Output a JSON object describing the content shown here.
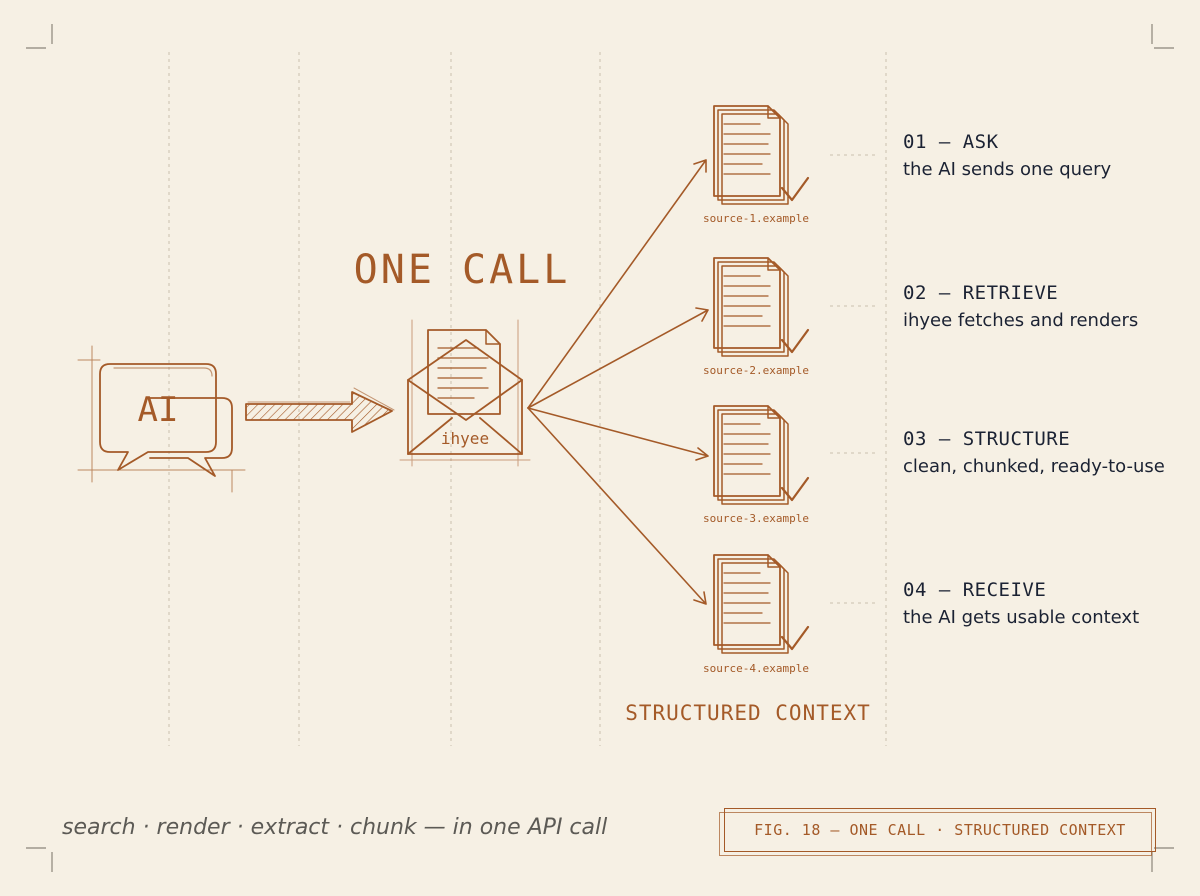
{
  "diagram": {
    "headline": "ONE CALL",
    "ai_label": "AI",
    "service_label": "ihyee",
    "group_label": "STRUCTURED CONTEXT",
    "sources": [
      {
        "label": "source-1.example"
      },
      {
        "label": "source-2.example"
      },
      {
        "label": "source-3.example"
      },
      {
        "label": "source-4.example"
      }
    ],
    "steps": [
      {
        "title": "01 — ASK",
        "desc": "the AI sends one query"
      },
      {
        "title": "02 — RETRIEVE",
        "desc": "ihyee fetches and renders"
      },
      {
        "title": "03 — STRUCTURE",
        "desc": "clean, chunked, ready-to-use"
      },
      {
        "title": "04 — RECEIVE",
        "desc": "the AI gets usable context"
      }
    ]
  },
  "footer": {
    "tagline": "search · render · extract · chunk — in one API call",
    "figure_caption": "FIG. 18 — ONE CALL · STRUCTURED CONTEXT"
  },
  "colors": {
    "background": "#f6f0e4",
    "ink": "#a45a28",
    "text_dark": "#1b2233",
    "text_muted": "#5c5a55"
  },
  "icons": [
    "chat-bubbles-icon",
    "arrow-right-icon",
    "envelope-document-icon",
    "document-stack-icon",
    "checkmark-icon"
  ]
}
